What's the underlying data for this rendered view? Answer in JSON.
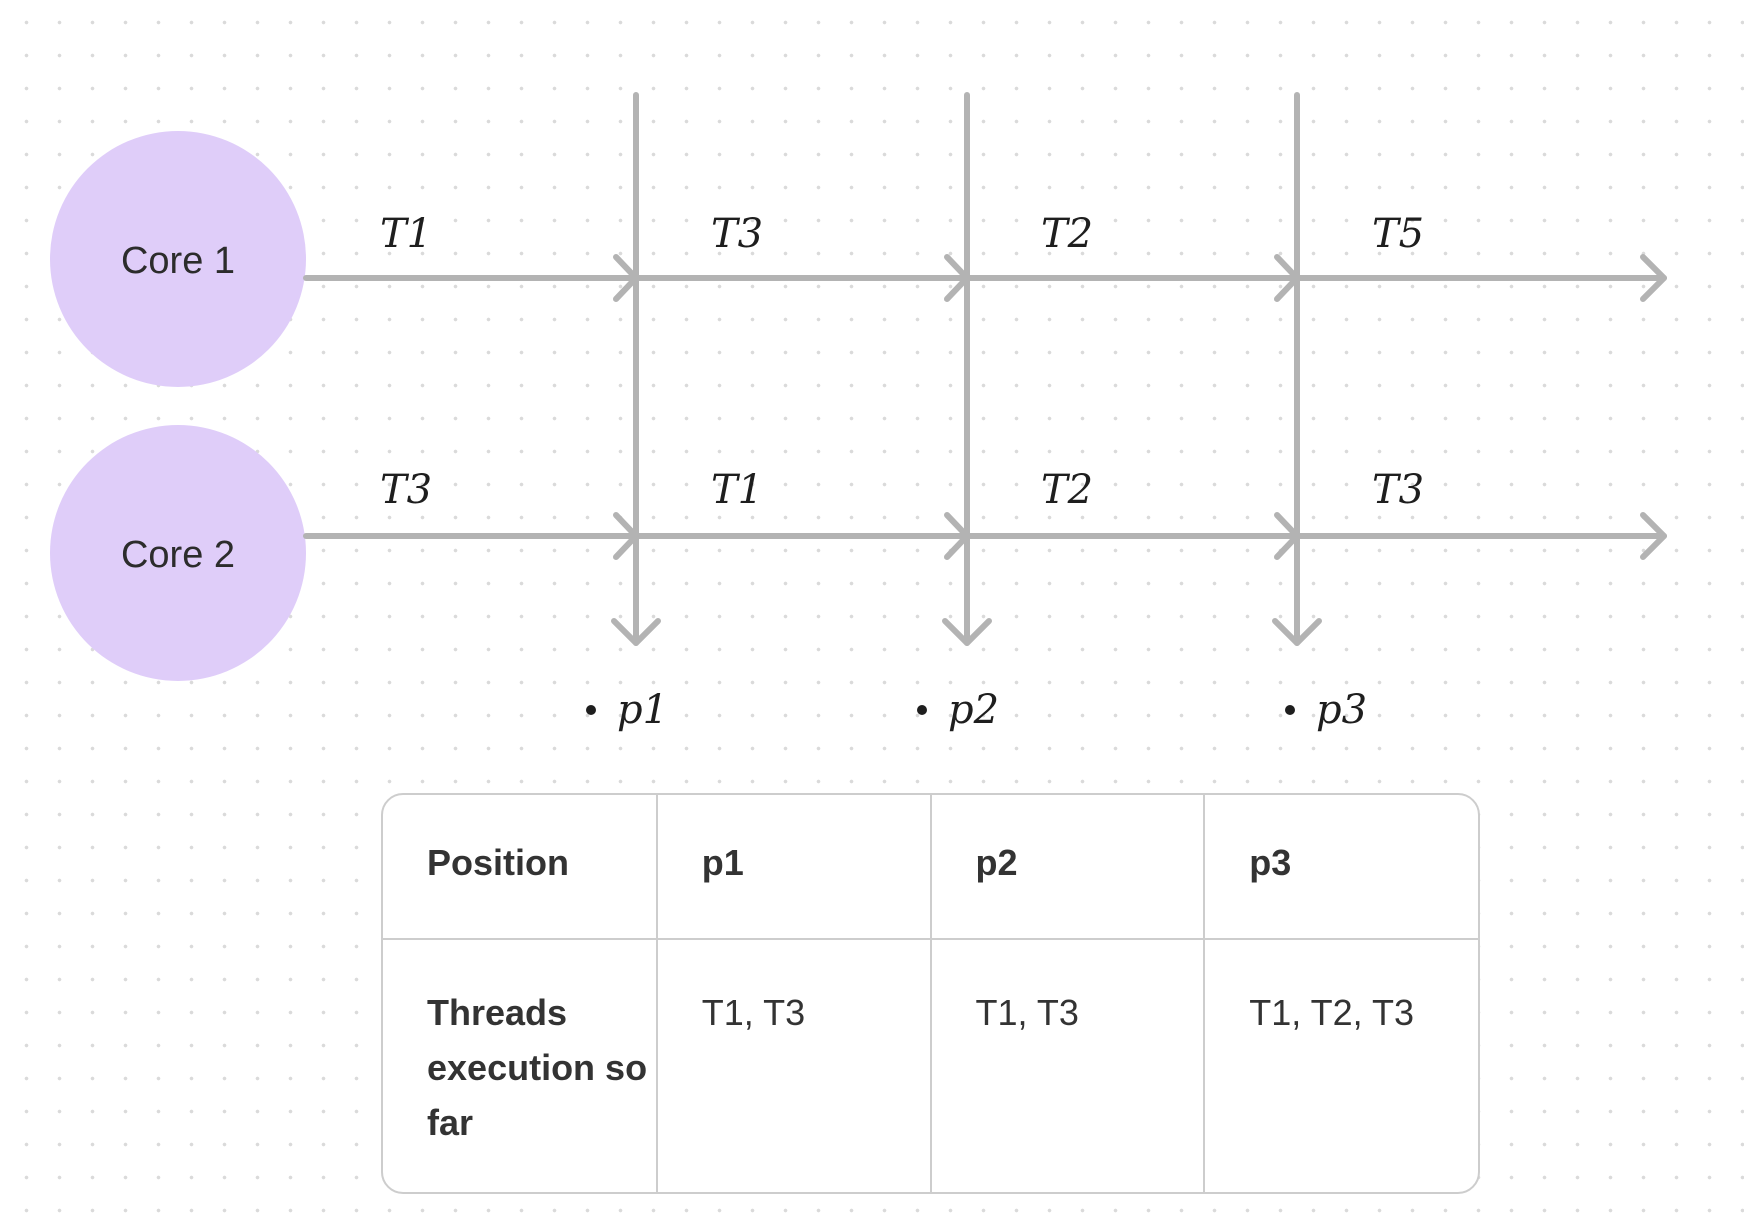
{
  "cores": [
    {
      "label": "Core 1",
      "threads": [
        "T1",
        "T3",
        "T2",
        "T5"
      ]
    },
    {
      "label": "Core 2",
      "threads": [
        "T3",
        "T1",
        "T2",
        "T3"
      ]
    }
  ],
  "positions": [
    "p1",
    "p2",
    "p3"
  ],
  "table": {
    "header": [
      "Position",
      "p1",
      "p2",
      "p3"
    ],
    "row_label": "Threads execution so far",
    "cells": [
      "T1, T3",
      "T1, T3",
      "T1, T2, T3"
    ]
  },
  "colors": {
    "core_fill": "#dfcdf9",
    "line": "#b3b3b3",
    "border": "#cdcdcd"
  }
}
